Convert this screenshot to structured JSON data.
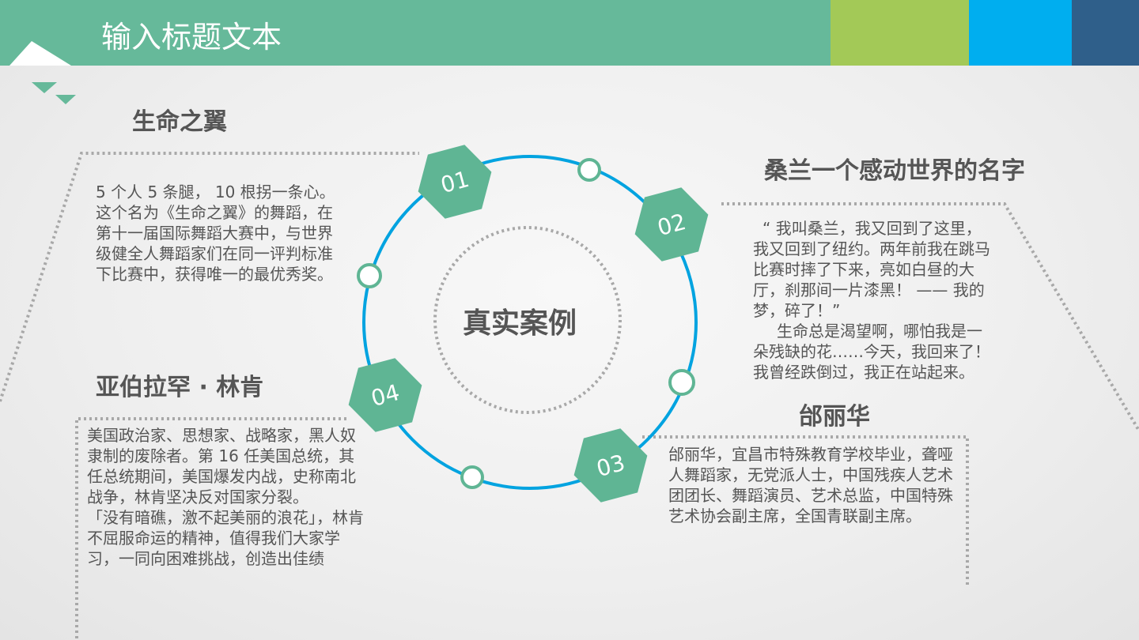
{
  "title": "输入标题文本",
  "colors": {
    "banner": "#66b99a",
    "accent_green": "#a3c957",
    "accent_blue": "#00aeef",
    "accent_navy": "#2f5f8a",
    "ring": "#00a3e0",
    "hexagon": "#5fb594"
  },
  "center_label": "真实案例",
  "steps": [
    "01",
    "02",
    "03",
    "04"
  ],
  "sections": {
    "wings": {
      "heading": "生命之翼",
      "body": "5 个人 5 条腿， 10 根拐一条心。这个名为《生命之翼》的舞蹈，在第十一届国际舞蹈大赛中，与世界级健全人舞蹈家们在同一评判标准下比赛中，获得唯一的最优秀奖。"
    },
    "sanglan": {
      "heading": "桑兰一个感动世界的名字",
      "body": "“ 我叫桑兰，我又回到了这里，我又回到了纽约。两年前我在跳马比赛时摔了下来，亮如白昼的大厅，刹那间一片漆黑！ —— 我的梦，碎了！”",
      "body2": "生命总是渴望啊，哪怕我是一朵残缺的花……今天，我回来了！我曾经跌倒过，我正在站起来。"
    },
    "lincoln": {
      "heading": "亚伯拉罕 · 林肯",
      "body": "美国政治家、思想家、战略家，黑人奴隶制的废除者。第 16 任美国总统，其任总统期间，美国爆发内战，史称南北战争，林肯坚决反对国家分裂。",
      "body2": "「没有暗礁，激不起美丽的浪花」，林肯不屈服命运的精神，值得我们大家学习，一同向困难挑战，创造出佳绩"
    },
    "tailihua": {
      "heading": "邰丽华",
      "body": "邰丽华，宜昌市特殊教育学校毕业，聋哑人舞蹈家，无党派人士，中国残疾人艺术团团长、舞蹈演员、艺术总监，中国特殊艺术协会副主席，全国青联副主席。"
    }
  }
}
